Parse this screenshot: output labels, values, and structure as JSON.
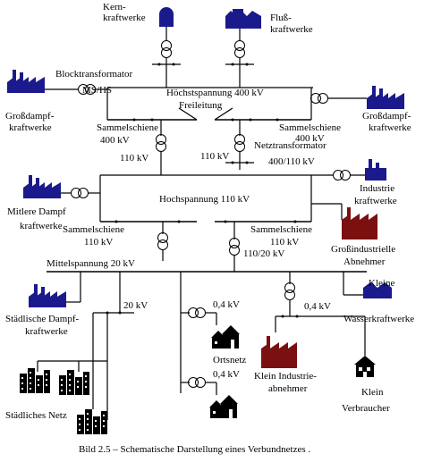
{
  "labels": {
    "kern": "Kern-",
    "kern2": "kraftwerke",
    "fluss": "Fluß-",
    "fluss2": "kraftwerke",
    "blocktrafo": "Blocktransformator",
    "mshs": "MS/HS",
    "hoechst": "Höchstspannung 400 kV",
    "freileitung": "Freileitung",
    "gross_l1": "Großdampf-",
    "gross_l2": "kraftwerke",
    "gross_r1": "Großdampf-",
    "gross_r2": "kraftwerke",
    "sammel_l1": "Sammelschiene",
    "sammel_l2": "400 kV",
    "sammel_r1": "Sammelschiene",
    "sammel_r2": "400 kV",
    "netztrafo": "Netztransformator",
    "netztrafo_v": "400/110 kV",
    "kv110_a": "110 kV",
    "kv110_b": "110 kV",
    "industrie1": "Industrie",
    "industrie2": "kraftwerke",
    "mittlere1": "Mitlere Dampf",
    "mittlere2": "kraftwerke",
    "hochspannung": "Hochspannung 110 kV",
    "sammel_ml1": "Sammelschiene",
    "sammel_ml2": "110 kV",
    "sammel_mr1": "Sammelschiene",
    "sammel_mr2": "110 kV",
    "grossind1": "Großindustrielle",
    "grossind2": "Abnehmer",
    "trafo110_20": "110/20 kV",
    "mittel": "Mittelspannung 20 kV",
    "kleinwasser1": "Kleine",
    "kleinwasser2": "Wasserkraftwerke",
    "staedt1": "Städlische Dampf-",
    "staedt2": "kraftwerke",
    "kv20": "20 kV",
    "kv04_a": "0,4 kV",
    "kv04_b": "0,4 kV",
    "kv04_c": "0,4 kV",
    "ortsnetz": "Ortsnetz",
    "kleinind1": "Klein Industrie-",
    "kleinind2": "abnehmer",
    "kleinverb1": "Klein",
    "kleinverb2": "Verbraucher",
    "staedtnetz": "Städliches Netz",
    "caption": "Bild 2.5 – Schematische Darstellung eines Verbundnetzes ."
  },
  "colors": {
    "plant_blue": "#1a1a8c",
    "industry_red": "#7a1010",
    "line": "#000000"
  },
  "icons": [
    "nuclear-plant-icon",
    "hydro-plant-icon",
    "steam-plant-icon",
    "factory-icon",
    "house-icon",
    "city-icon"
  ]
}
